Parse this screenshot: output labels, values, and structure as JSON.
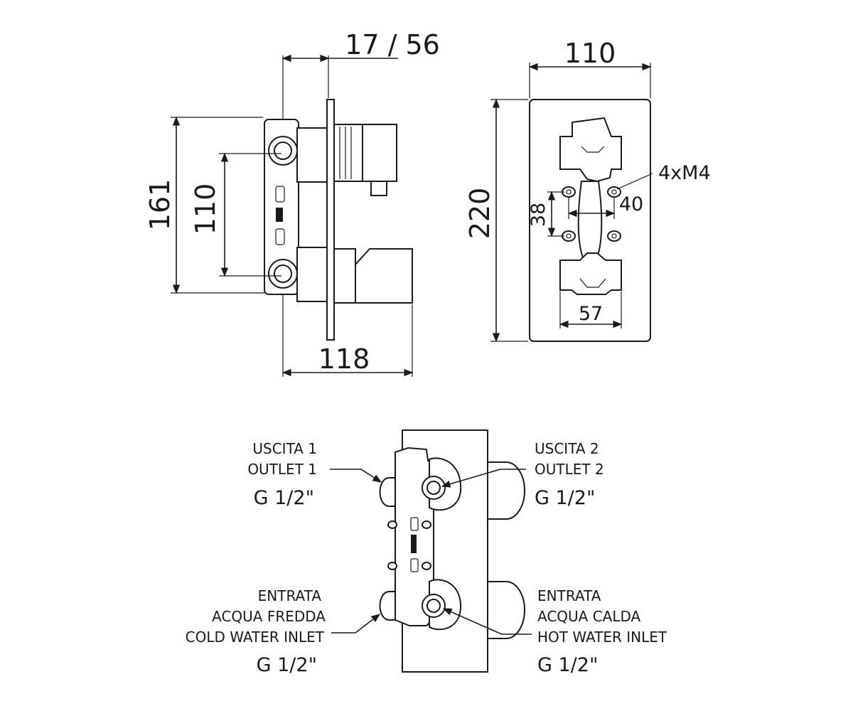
{
  "side_view": {
    "dim_depth": "17 / 56",
    "dim_height_total": "161",
    "dim_height_inner": "110",
    "dim_width": "118"
  },
  "plate_view": {
    "dim_width": "110",
    "dim_height": "220",
    "dim_screw_label": "4xM4",
    "dim_screw_h": "40",
    "dim_screw_v": "38",
    "dim_bottom": "57"
  },
  "callouts": {
    "outlet1": {
      "line1": "USCITA 1",
      "line2": "OUTLET 1",
      "thread": "G 1/2\""
    },
    "outlet2": {
      "line1": "USCITA 2",
      "line2": "OUTLET 2",
      "thread": "G 1/2\""
    },
    "cold": {
      "line1": "ENTRATA",
      "line2": "ACQUA FREDDA",
      "line3": "COLD WATER INLET",
      "thread": "G 1/2\""
    },
    "hot": {
      "line1": "ENTRATA",
      "line2": "ACQUA CALDA",
      "line3": "HOT WATER INLET",
      "thread": "G 1/2\""
    }
  },
  "colors": {
    "line": "#1a1a1a",
    "background": "#ffffff"
  }
}
